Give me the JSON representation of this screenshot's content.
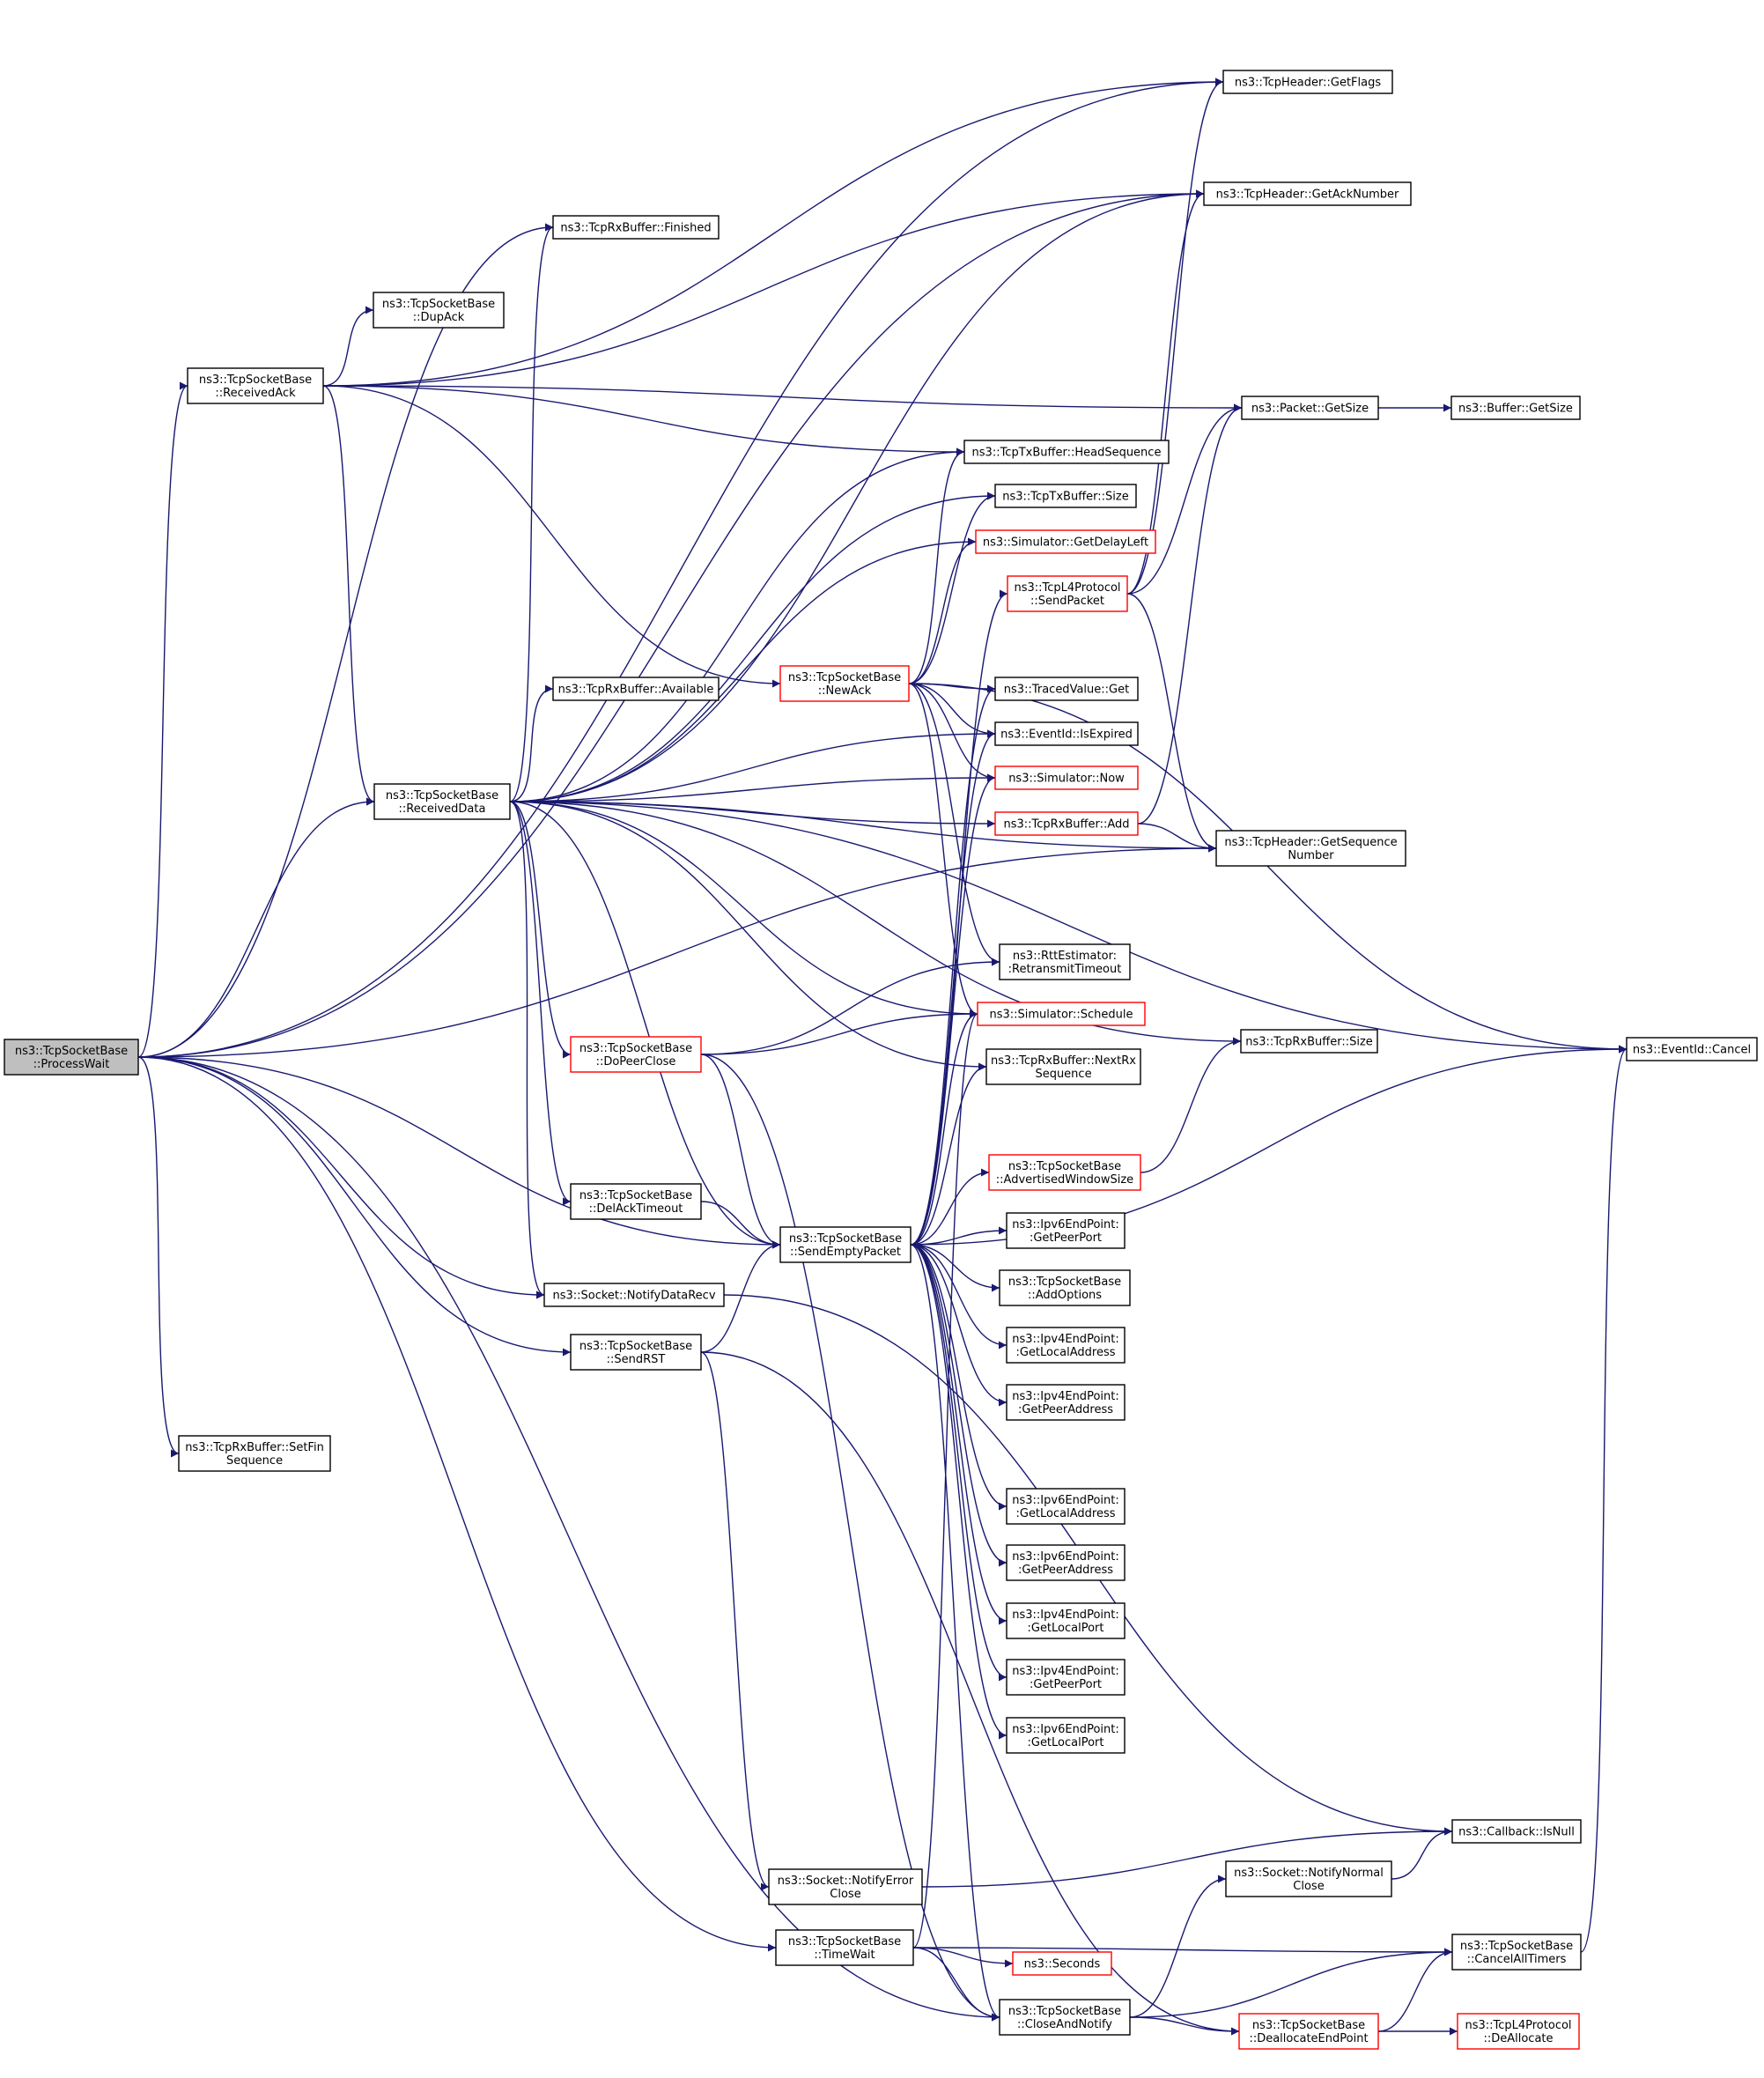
{
  "graph": {
    "title": "",
    "nodes": [
      {
        "id": "processwait",
        "lines": [
          "ns3::TcpSocketBase",
          "::ProcessWait"
        ],
        "kind": "root"
      },
      {
        "id": "tcpheader-getflags",
        "lines": [
          "ns3::TcpHeader::GetFlags"
        ],
        "kind": "normal"
      },
      {
        "id": "tcpheader-getacknumber",
        "lines": [
          "ns3::TcpHeader::GetAckNumber"
        ],
        "kind": "normal"
      },
      {
        "id": "tcprxbuffer-finished",
        "lines": [
          "ns3::TcpRxBuffer::Finished"
        ],
        "kind": "normal"
      },
      {
        "id": "dupack",
        "lines": [
          "ns3::TcpSocketBase",
          "::DupAck"
        ],
        "kind": "normal"
      },
      {
        "id": "receivedack",
        "lines": [
          "ns3::TcpSocketBase",
          "::ReceivedAck"
        ],
        "kind": "normal"
      },
      {
        "id": "packet-getsize",
        "lines": [
          "ns3::Packet::GetSize"
        ],
        "kind": "normal"
      },
      {
        "id": "buffer-getsize",
        "lines": [
          "ns3::Buffer::GetSize"
        ],
        "kind": "normal"
      },
      {
        "id": "tcptxbuffer-headsequence",
        "lines": [
          "ns3::TcpTxBuffer::HeadSequence"
        ],
        "kind": "normal"
      },
      {
        "id": "tcptxbuffer-size",
        "lines": [
          "ns3::TcpTxBuffer::Size"
        ],
        "kind": "normal"
      },
      {
        "id": "simulator-getdelayleft",
        "lines": [
          "ns3::Simulator::GetDelayLeft"
        ],
        "kind": "incomplete"
      },
      {
        "id": "tcpl4-sendpacket",
        "lines": [
          "ns3::TcpL4Protocol",
          "::SendPacket"
        ],
        "kind": "incomplete"
      },
      {
        "id": "newack",
        "lines": [
          "ns3::TcpSocketBase",
          "::NewAck"
        ],
        "kind": "incomplete"
      },
      {
        "id": "tcprxbuffer-available",
        "lines": [
          "ns3::TcpRxBuffer::Available"
        ],
        "kind": "normal"
      },
      {
        "id": "tracedvalue-get",
        "lines": [
          "ns3::TracedValue::Get"
        ],
        "kind": "normal"
      },
      {
        "id": "eventid-isexpired",
        "lines": [
          "ns3::EventId::IsExpired"
        ],
        "kind": "normal"
      },
      {
        "id": "simulator-now",
        "lines": [
          "ns3::Simulator::Now"
        ],
        "kind": "incomplete"
      },
      {
        "id": "receiveddata",
        "lines": [
          "ns3::TcpSocketBase",
          "::ReceivedData"
        ],
        "kind": "normal"
      },
      {
        "id": "tcprxbuffer-add",
        "lines": [
          "ns3::TcpRxBuffer::Add"
        ],
        "kind": "incomplete"
      },
      {
        "id": "tcpheader-getsequencenumber",
        "lines": [
          "ns3::TcpHeader::GetSequence",
          "Number"
        ],
        "kind": "normal"
      },
      {
        "id": "rttestimator-retransmittimeout",
        "lines": [
          "ns3::RttEstimator:",
          ":RetransmitTimeout"
        ],
        "kind": "normal"
      },
      {
        "id": "simulator-schedule",
        "lines": [
          "ns3::Simulator::Schedule"
        ],
        "kind": "incomplete"
      },
      {
        "id": "dopeerclose",
        "lines": [
          "ns3::TcpSocketBase",
          "::DoPeerClose"
        ],
        "kind": "incomplete"
      },
      {
        "id": "tcprxbuffer-size",
        "lines": [
          "ns3::TcpRxBuffer::Size"
        ],
        "kind": "normal"
      },
      {
        "id": "eventid-cancel",
        "lines": [
          "ns3::EventId::Cancel"
        ],
        "kind": "normal"
      },
      {
        "id": "tcprxbuffer-nextrxsequence",
        "lines": [
          "ns3::TcpRxBuffer::NextRx",
          "Sequence"
        ],
        "kind": "normal"
      },
      {
        "id": "advertisedwindowsize",
        "lines": [
          "ns3::TcpSocketBase",
          "::AdvertisedWindowSize"
        ],
        "kind": "incomplete"
      },
      {
        "id": "delacktimeout",
        "lines": [
          "ns3::TcpSocketBase",
          "::DelAckTimeout"
        ],
        "kind": "normal"
      },
      {
        "id": "sendemptypacket",
        "lines": [
          "ns3::TcpSocketBase",
          "::SendEmptyPacket"
        ],
        "kind": "normal"
      },
      {
        "id": "ipv6-getpeerport",
        "lines": [
          "ns3::Ipv6EndPoint:",
          ":GetPeerPort"
        ],
        "kind": "normal"
      },
      {
        "id": "addoptions",
        "lines": [
          "ns3::TcpSocketBase",
          "::AddOptions"
        ],
        "kind": "normal"
      },
      {
        "id": "socket-notifydatarecv",
        "lines": [
          "ns3::Socket::NotifyDataRecv"
        ],
        "kind": "normal"
      },
      {
        "id": "ipv4-getlocaladdress",
        "lines": [
          "ns3::Ipv4EndPoint:",
          ":GetLocalAddress"
        ],
        "kind": "normal"
      },
      {
        "id": "sendrst",
        "lines": [
          "ns3::TcpSocketBase",
          "::SendRST"
        ],
        "kind": "normal"
      },
      {
        "id": "ipv4-getpeeraddress",
        "lines": [
          "ns3::Ipv4EndPoint:",
          ":GetPeerAddress"
        ],
        "kind": "normal"
      },
      {
        "id": "tcprxbuffer-setfinsequence",
        "lines": [
          "ns3::TcpRxBuffer::SetFin",
          "Sequence"
        ],
        "kind": "normal"
      },
      {
        "id": "ipv6-getlocaladdress",
        "lines": [
          "ns3::Ipv6EndPoint:",
          ":GetLocalAddress"
        ],
        "kind": "normal"
      },
      {
        "id": "ipv6-getpeeraddress",
        "lines": [
          "ns3::Ipv6EndPoint:",
          ":GetPeerAddress"
        ],
        "kind": "normal"
      },
      {
        "id": "ipv4-getlocalport",
        "lines": [
          "ns3::Ipv4EndPoint:",
          ":GetLocalPort"
        ],
        "kind": "normal"
      },
      {
        "id": "ipv4-getpeerport",
        "lines": [
          "ns3::Ipv4EndPoint:",
          ":GetPeerPort"
        ],
        "kind": "normal"
      },
      {
        "id": "ipv6-getlocalport",
        "lines": [
          "ns3::Ipv6EndPoint:",
          ":GetLocalPort"
        ],
        "kind": "normal"
      },
      {
        "id": "callback-isnull",
        "lines": [
          "ns3::Callback::IsNull"
        ],
        "kind": "normal"
      },
      {
        "id": "socket-notifyerrorclose",
        "lines": [
          "ns3::Socket::NotifyError",
          "Close"
        ],
        "kind": "normal"
      },
      {
        "id": "socket-notifynormalclose",
        "lines": [
          "ns3::Socket::NotifyNormal",
          "Close"
        ],
        "kind": "normal"
      },
      {
        "id": "timewait",
        "lines": [
          "ns3::TcpSocketBase",
          "::TimeWait"
        ],
        "kind": "normal"
      },
      {
        "id": "cancelalltimers",
        "lines": [
          "ns3::TcpSocketBase",
          "::CancelAllTimers"
        ],
        "kind": "normal"
      },
      {
        "id": "seconds",
        "lines": [
          "ns3::Seconds"
        ],
        "kind": "incomplete"
      },
      {
        "id": "closeandnotify",
        "lines": [
          "ns3::TcpSocketBase",
          "::CloseAndNotify"
        ],
        "kind": "normal"
      },
      {
        "id": "deallocateendpoint",
        "lines": [
          "ns3::TcpSocketBase",
          "::DeallocateEndPoint"
        ],
        "kind": "incomplete"
      },
      {
        "id": "tcpl4-deallocate",
        "lines": [
          "ns3::TcpL4Protocol",
          "::DeAllocate"
        ],
        "kind": "incomplete"
      }
    ],
    "edges": [
      [
        "processwait",
        "tcpheader-getflags"
      ],
      [
        "processwait",
        "tcpheader-getacknumber"
      ],
      [
        "processwait",
        "tcprxbuffer-finished"
      ],
      [
        "processwait",
        "receivedack"
      ],
      [
        "processwait",
        "receiveddata"
      ],
      [
        "processwait",
        "tcpheader-getsequencenumber"
      ],
      [
        "processwait",
        "sendemptypacket"
      ],
      [
        "processwait",
        "socket-notifydatarecv"
      ],
      [
        "processwait",
        "sendrst"
      ],
      [
        "processwait",
        "tcprxbuffer-setfinsequence"
      ],
      [
        "processwait",
        "timewait"
      ],
      [
        "processwait",
        "closeandnotify"
      ],
      [
        "receivedack",
        "dupack"
      ],
      [
        "receivedack",
        "tcpheader-getflags"
      ],
      [
        "receivedack",
        "tcpheader-getacknumber"
      ],
      [
        "receivedack",
        "packet-getsize"
      ],
      [
        "receivedack",
        "tcptxbuffer-headsequence"
      ],
      [
        "receivedack",
        "newack"
      ],
      [
        "receivedack",
        "receiveddata"
      ],
      [
        "packet-getsize",
        "buffer-getsize"
      ],
      [
        "newack",
        "tcptxbuffer-headsequence"
      ],
      [
        "newack",
        "tcptxbuffer-size"
      ],
      [
        "newack",
        "simulator-getdelayleft"
      ],
      [
        "newack",
        "eventid-cancel"
      ],
      [
        "newack",
        "tracedvalue-get"
      ],
      [
        "newack",
        "eventid-isexpired"
      ],
      [
        "newack",
        "simulator-now"
      ],
      [
        "newack",
        "rttestimator-retransmittimeout"
      ],
      [
        "newack",
        "simulator-schedule"
      ],
      [
        "tcpl4-sendpacket",
        "tcpheader-getflags"
      ],
      [
        "tcpl4-sendpacket",
        "tcpheader-getacknumber"
      ],
      [
        "tcpl4-sendpacket",
        "packet-getsize"
      ],
      [
        "tcpl4-sendpacket",
        "tcpheader-getsequencenumber"
      ],
      [
        "receiveddata",
        "tcprxbuffer-finished"
      ],
      [
        "receiveddata",
        "tcpheader-getacknumber"
      ],
      [
        "receiveddata",
        "eventid-cancel"
      ],
      [
        "receiveddata",
        "tcptxbuffer-headsequence"
      ],
      [
        "receiveddata",
        "tcptxbuffer-size"
      ],
      [
        "receiveddata",
        "simulator-getdelayleft"
      ],
      [
        "receiveddata",
        "tcprxbuffer-available"
      ],
      [
        "receiveddata",
        "eventid-isexpired"
      ],
      [
        "receiveddata",
        "simulator-now"
      ],
      [
        "receiveddata",
        "tcprxbuffer-add"
      ],
      [
        "receiveddata",
        "tcpheader-getsequencenumber"
      ],
      [
        "receiveddata",
        "tcprxbuffer-size"
      ],
      [
        "receiveddata",
        "simulator-schedule"
      ],
      [
        "receiveddata",
        "tcprxbuffer-nextrxsequence"
      ],
      [
        "receiveddata",
        "dopeerclose"
      ],
      [
        "receiveddata",
        "delacktimeout"
      ],
      [
        "receiveddata",
        "sendemptypacket"
      ],
      [
        "receiveddata",
        "socket-notifydatarecv"
      ],
      [
        "tcprxbuffer-add",
        "packet-getsize"
      ],
      [
        "tcprxbuffer-add",
        "tcpheader-getsequencenumber"
      ],
      [
        "dopeerclose",
        "rttestimator-retransmittimeout"
      ],
      [
        "dopeerclose",
        "simulator-schedule"
      ],
      [
        "dopeerclose",
        "sendemptypacket"
      ],
      [
        "dopeerclose",
        "closeandnotify"
      ],
      [
        "advertisedwindowsize",
        "tcprxbuffer-size"
      ],
      [
        "delacktimeout",
        "sendemptypacket"
      ],
      [
        "sendemptypacket",
        "tcpl4-sendpacket"
      ],
      [
        "sendemptypacket",
        "tracedvalue-get"
      ],
      [
        "sendemptypacket",
        "eventid-isexpired"
      ],
      [
        "sendemptypacket",
        "simulator-now"
      ],
      [
        "sendemptypacket",
        "simulator-schedule"
      ],
      [
        "sendemptypacket",
        "tcprxbuffer-nextrxsequence"
      ],
      [
        "sendemptypacket",
        "advertisedwindowsize"
      ],
      [
        "sendemptypacket",
        "ipv6-getpeerport"
      ],
      [
        "sendemptypacket",
        "addoptions"
      ],
      [
        "sendemptypacket",
        "ipv4-getlocaladdress"
      ],
      [
        "sendemptypacket",
        "ipv4-getpeeraddress"
      ],
      [
        "sendemptypacket",
        "eventid-cancel"
      ],
      [
        "sendemptypacket",
        "ipv6-getlocaladdress"
      ],
      [
        "sendemptypacket",
        "ipv6-getpeeraddress"
      ],
      [
        "sendemptypacket",
        "ipv4-getlocalport"
      ],
      [
        "sendemptypacket",
        "ipv4-getpeerport"
      ],
      [
        "sendemptypacket",
        "ipv6-getlocalport"
      ],
      [
        "sendemptypacket",
        "closeandnotify"
      ],
      [
        "socket-notifydatarecv",
        "callback-isnull"
      ],
      [
        "sendrst",
        "sendemptypacket"
      ],
      [
        "sendrst",
        "socket-notifyerrorclose"
      ],
      [
        "sendrst",
        "deallocateendpoint"
      ],
      [
        "socket-notifyerrorclose",
        "callback-isnull"
      ],
      [
        "socket-notifynormalclose",
        "callback-isnull"
      ],
      [
        "timewait",
        "cancelalltimers"
      ],
      [
        "timewait",
        "seconds"
      ],
      [
        "timewait",
        "simulator-schedule"
      ],
      [
        "timewait",
        "closeandnotify"
      ],
      [
        "closeandnotify",
        "socket-notifynormalclose"
      ],
      [
        "closeandnotify",
        "cancelalltimers"
      ],
      [
        "closeandnotify",
        "deallocateendpoint"
      ],
      [
        "deallocateendpoint",
        "cancelalltimers"
      ],
      [
        "deallocateendpoint",
        "tcpl4-deallocate"
      ],
      [
        "cancelalltimers",
        "eventid-cancel"
      ]
    ]
  },
  "colors": {
    "edge": "#191970",
    "node_border": "#000000",
    "node_border_incomplete": "#ff0000",
    "root_fill": "#bfbfbf",
    "background": "#ffffff"
  }
}
